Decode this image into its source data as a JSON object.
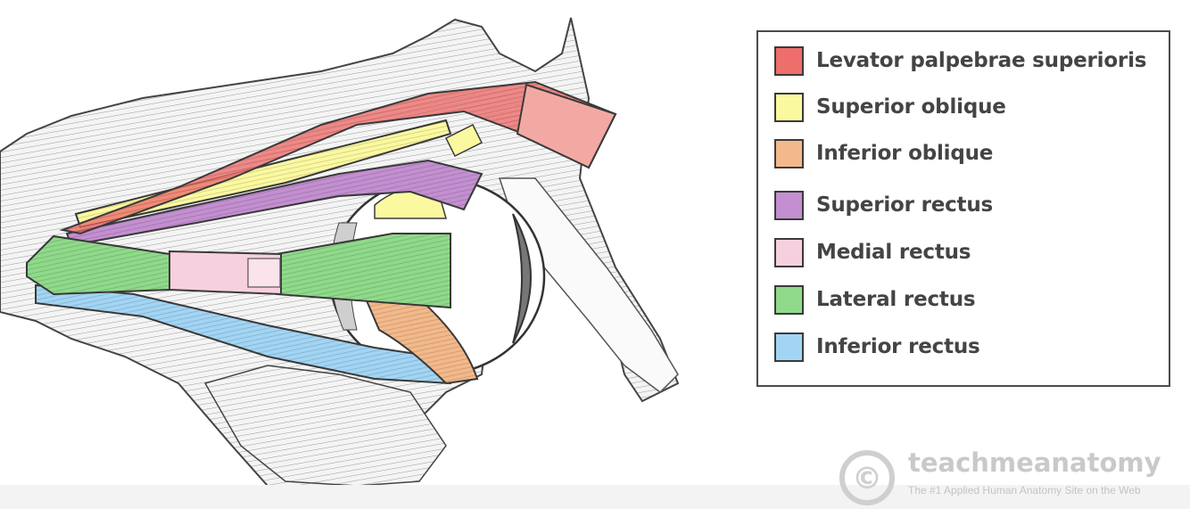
{
  "legend": {
    "items": [
      {
        "label": "Levator palpebrae superioris",
        "color": "#ee6e6b"
      },
      {
        "label": "Superior oblique",
        "color": "#fbf9a0"
      },
      {
        "label": "Inferior oblique",
        "color": "#f3b98a"
      },
      {
        "label": "Superior rectus",
        "color": "#c38fd0"
      },
      {
        "label": "Medial rectus",
        "color": "#f7d0df"
      },
      {
        "label": "Lateral rectus",
        "color": "#8fda8a"
      },
      {
        "label": "Inferior rectus",
        "color": "#a2d5f4"
      }
    ]
  },
  "watermark": {
    "symbol": "©",
    "brand": "teachmeanatomy",
    "tagline": "The #1 Applied Human Anatomy Site on the Web"
  },
  "colors": {
    "bone": "#f2f2f2",
    "outline": "#3c3c3c",
    "watermark": "#c9c9c9"
  }
}
